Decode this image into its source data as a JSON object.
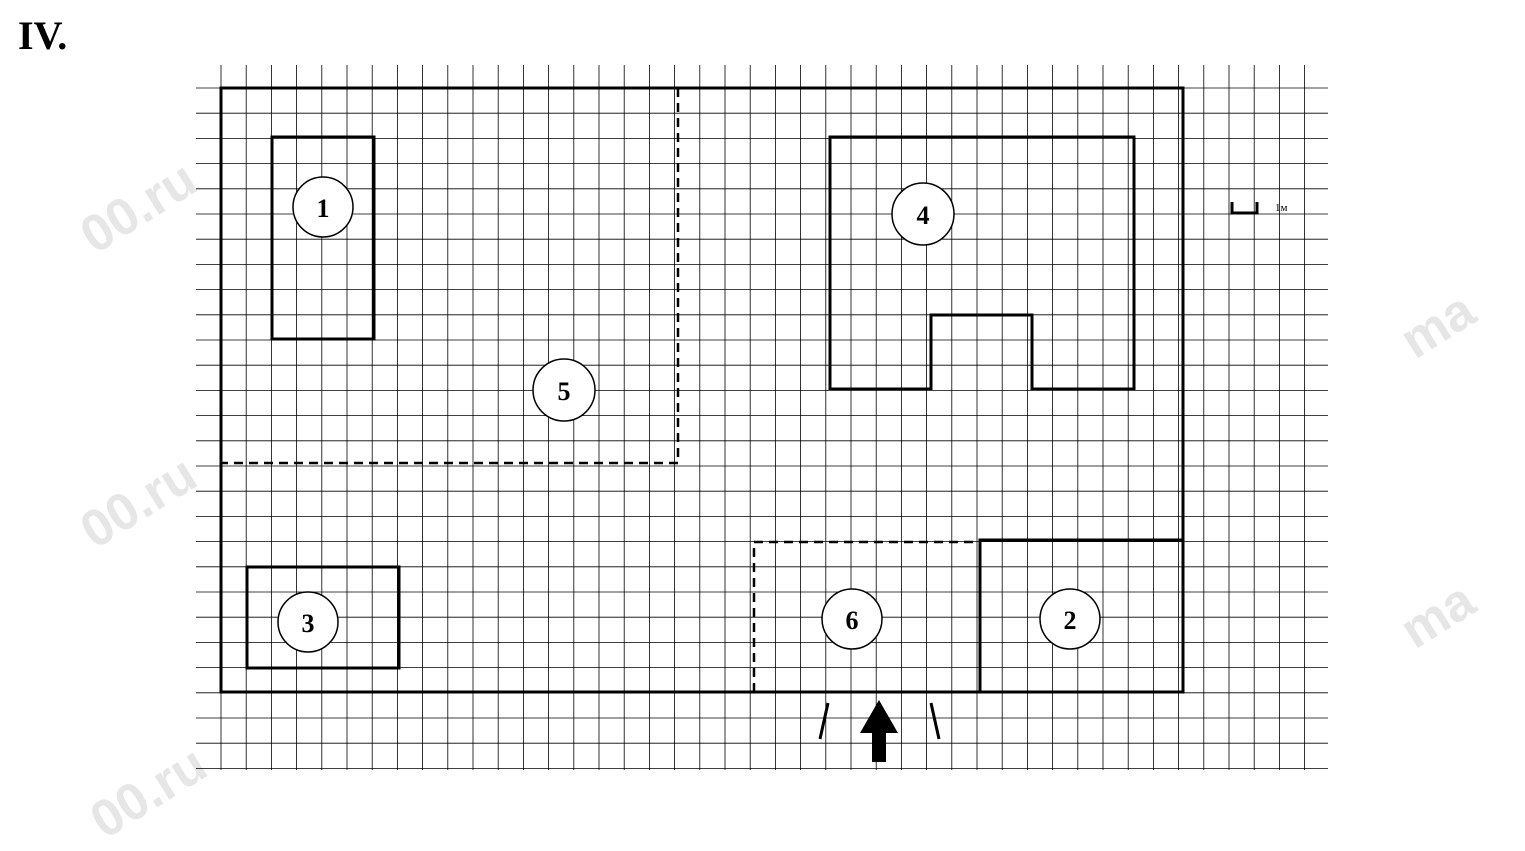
{
  "heading": "IV.",
  "scale_label": "1м",
  "watermarks": [
    "00.ru",
    "00.ru",
    "00.ru",
    "ma",
    "ma"
  ],
  "areas": [
    {
      "number": "1"
    },
    {
      "number": "2"
    },
    {
      "number": "3"
    },
    {
      "number": "4"
    },
    {
      "number": "5"
    },
    {
      "number": "6"
    }
  ],
  "colors": {
    "line": "#000000",
    "grid": "#000000",
    "watermark": "#e6e6e6"
  },
  "entrance_icon": "arrow-up-icon"
}
